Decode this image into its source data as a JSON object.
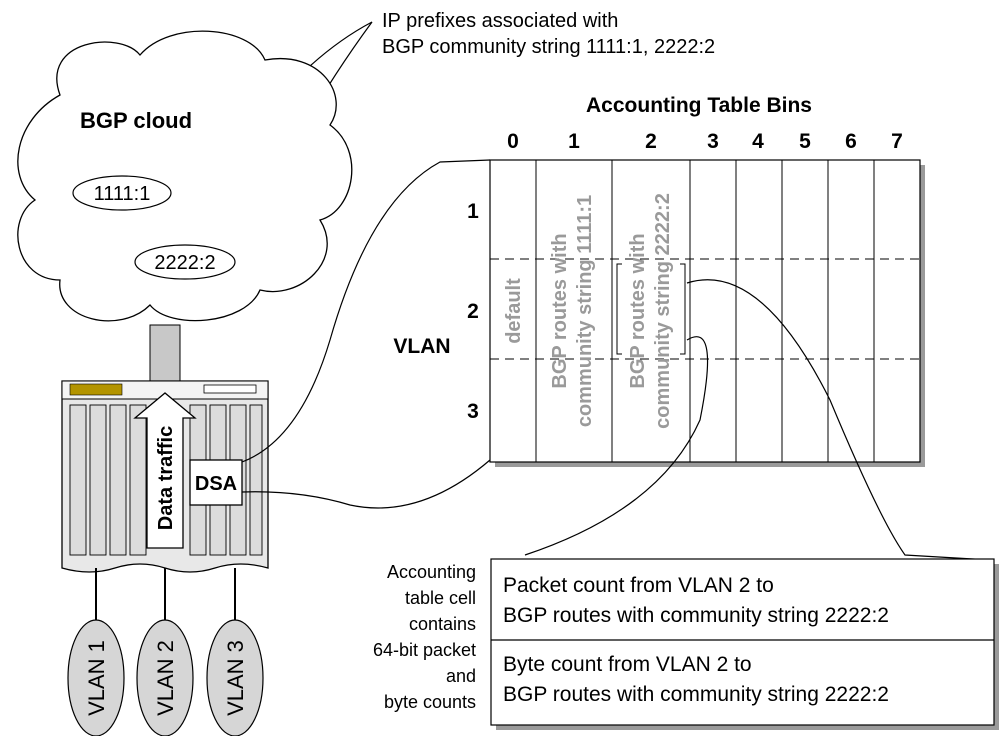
{
  "callout": {
    "line1": "IP prefixes associated with",
    "line2": "BGP community string 1111:1, 2222:2"
  },
  "cloud": {
    "title": "BGP cloud",
    "community_a": "1111:1",
    "community_b": "2222:2"
  },
  "table": {
    "title": "Accounting Table Bins",
    "columns": [
      "0",
      "1",
      "2",
      "3",
      "4",
      "5",
      "6",
      "7"
    ],
    "rows": [
      "1",
      "2",
      "3"
    ],
    "row_axis_label": "VLAN",
    "bin0_label": "default",
    "bin1_line1": "BGP routes with",
    "bin1_line2": "community string 1111:1",
    "bin2_line1": "BGP routes with",
    "bin2_line2": "community string 2222:2"
  },
  "router": {
    "data_traffic": "Data traffic",
    "dsa": "DSA"
  },
  "vlans": [
    "VLAN 1",
    "VLAN 2",
    "VLAN 3"
  ],
  "cell_note": {
    "lines": [
      "Accounting",
      "table cell",
      "contains",
      "64-bit packet",
      "and",
      "byte counts"
    ]
  },
  "counts": {
    "packet_line1": "Packet count from VLAN 2 to",
    "packet_line2": "BGP routes with community string 2222:2",
    "byte_line1": "Byte count from VLAN 2 to",
    "byte_line2": "BGP routes with community string 2222:2"
  }
}
